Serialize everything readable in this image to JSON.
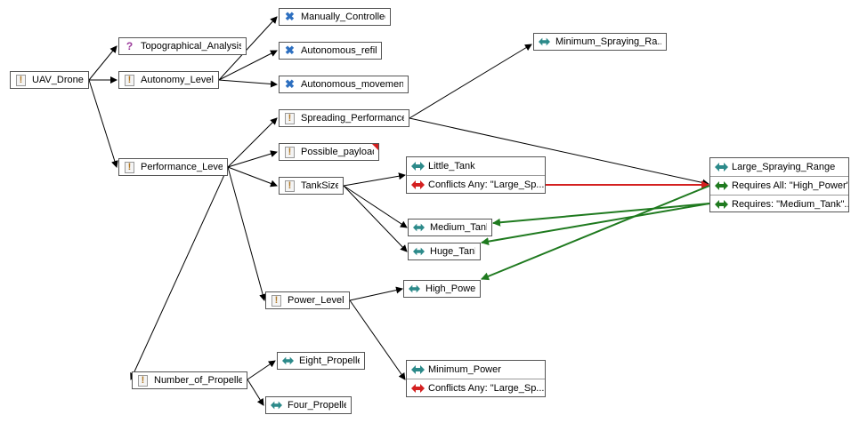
{
  "colors": {
    "link": "#000000",
    "conflict": "#d42020",
    "requires": "#1f7a1f"
  },
  "nodes": {
    "uav_drone": "UAV_Drone",
    "topographical_analysis": "Topographical_Analysis",
    "autonomy_level": "Autonomy_Level",
    "performance_level": "Performance_Level",
    "manually_controlled": "Manually_Controlled",
    "autonomous_refill": "Autonomous_refill",
    "autonomous_movement": "Autonomous_movement",
    "minimum_spraying_range": "Minimum_Spraying_Ra...",
    "spreading_performance": "Spreading_Performance",
    "possible_payload": "Possible_payload",
    "tanksize": "TankSize",
    "power_level": "Power_Level",
    "number_of_propeller": "Number_of_Propeller",
    "medium_tank": "Medium_Tank",
    "huge_tank": "Huge_Tank",
    "high_power": "High_Power",
    "eight_propeller": "Eight_Propeller",
    "four_propeller": "Four_Propeller"
  },
  "boxes": {
    "little_tank": {
      "title": "Little_Tank",
      "constraint": "Conflicts Any: \"Large_Sp..."
    },
    "minimum_power": {
      "title": "Minimum_Power",
      "constraint": "Conflicts Any: \"Large_Sp..."
    },
    "large_spraying_range": {
      "title": "Large_Spraying_Range",
      "req1": "Requires All: \"High_Power\"",
      "req2": "Requires: \"Medium_Tank\"..."
    }
  },
  "icons": {
    "mandatory": "exclamation-icon",
    "optional": "question-icon",
    "excluded": "x-icon",
    "feature": "double-arrow-icon",
    "conflict": "red-arrow-icon",
    "requires": "green-arrow-icon"
  }
}
